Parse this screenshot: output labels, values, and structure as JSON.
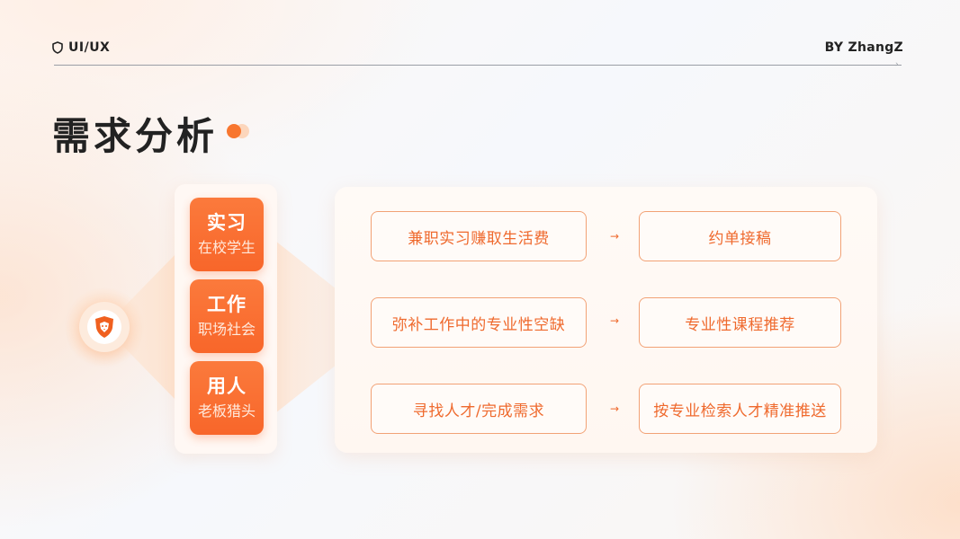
{
  "header": {
    "logo_label": "UI/UX",
    "logo_icon": "shield-icon",
    "author": "BY ZhangZ"
  },
  "title": "需求分析",
  "hub_icon": "lion-shield-icon",
  "colors": {
    "accent": "#f8662a",
    "accent_light": "#fdebdd",
    "box_border": "#f2a276",
    "text_dark": "#222222"
  },
  "categories": [
    {
      "title": "实习",
      "subtitle": "在校学生"
    },
    {
      "title": "工作",
      "subtitle": "职场社会"
    },
    {
      "title": "用人",
      "subtitle": "老板猎头"
    }
  ],
  "flows": [
    {
      "need": "兼职实习赚取生活费",
      "arrow": "→",
      "solution": "约单接稿"
    },
    {
      "need": "弥补工作中的专业性空缺",
      "arrow": "→",
      "solution": "专业性课程推荐"
    },
    {
      "need": "寻找人才/完成需求",
      "arrow": "→",
      "solution": "按专业检索人才精准推送"
    }
  ]
}
